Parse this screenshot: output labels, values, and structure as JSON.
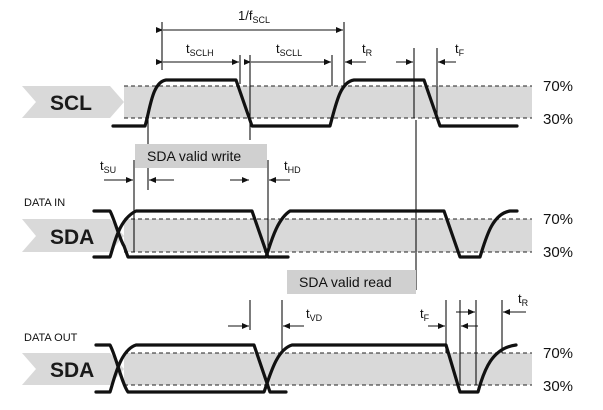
{
  "levels": {
    "high": "70%",
    "low": "30%"
  },
  "signals": {
    "scl": "SCL",
    "sda_in": "SDA",
    "sda_out": "SDA"
  },
  "row_labels": {
    "data_in": "DATA IN",
    "data_out": "DATA OUT"
  },
  "timing": {
    "period_main": "1/f",
    "period_sub": "SCL",
    "tsclh_main": "t",
    "tsclh_sub": "SCLH",
    "tscll_main": "t",
    "tscll_sub": "SCLL",
    "tr_main": "t",
    "tr_sub": "R",
    "tf_main": "t",
    "tf_sub": "F",
    "tsu_main": "t",
    "tsu_sub": "SU",
    "thd_main": "t",
    "thd_sub": "HD",
    "tvd_main": "t",
    "tvd_sub": "VD",
    "tf2_main": "t",
    "tf2_sub": "F",
    "tr2_main": "t",
    "tr2_sub": "R"
  },
  "windows": {
    "valid_write": "SDA valid write",
    "valid_read": "SDA valid read"
  },
  "colors": {
    "band": "#d9d9d9",
    "box": "#d0d0d0",
    "line": "#111111"
  }
}
